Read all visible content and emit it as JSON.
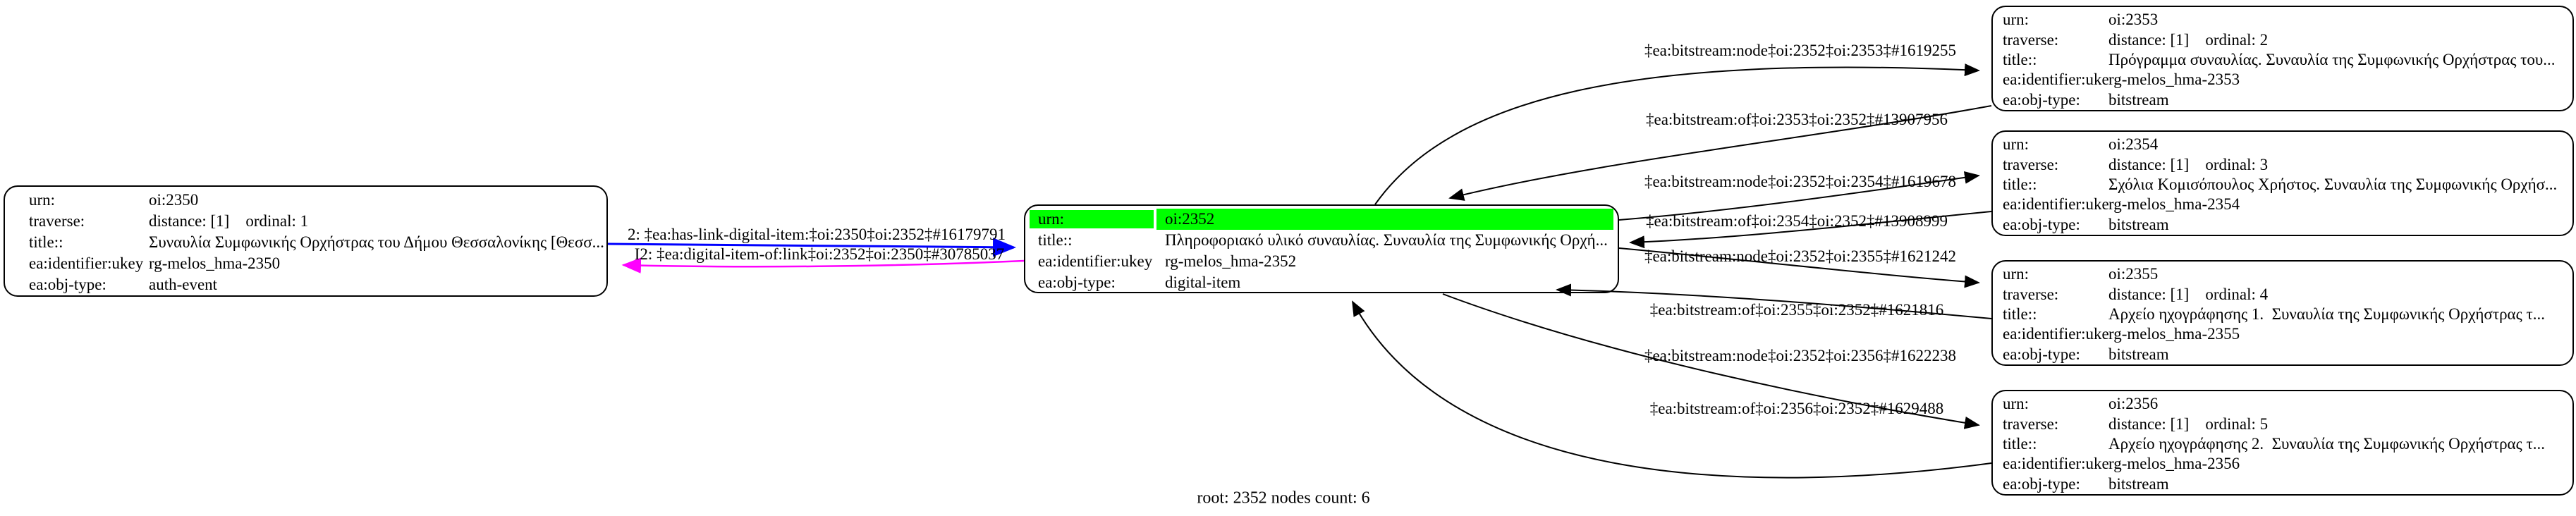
{
  "colors": {
    "highlight": "#00ff00",
    "forward_link": "#0000ff",
    "back_link": "#ff00ff",
    "edge": "#000000"
  },
  "footer": {
    "text": "root: 2352 nodes count: 6"
  },
  "nodes": [
    {
      "name": "oi:2350",
      "rows": [
        {
          "label": "urn:",
          "value": "oi:2350"
        },
        {
          "label": "traverse:",
          "value": "distance: [1]    ordinal: 1"
        },
        {
          "label": "title::",
          "value": "Συναυλία Συμφωνικής Ορχήστρας του Δήμου Θεσσαλονίκης [Θεσσ..."
        },
        {
          "label": "ea:identifier:ukey",
          "value": "rg-melos_hma-2350"
        },
        {
          "label": "ea:obj-type:",
          "value": "auth-event"
        }
      ]
    },
    {
      "name": "oi:2352",
      "highlighted_row": "urn",
      "rows": [
        {
          "label": "urn:",
          "value": "oi:2352"
        },
        {
          "label": "title::",
          "value": "Πληροφοριακό υλικό συναυλίας. Συναυλία της Συμφωνικής Ορχή..."
        },
        {
          "label": "ea:identifier:ukey",
          "value": "rg-melos_hma-2352"
        },
        {
          "label": "ea:obj-type:",
          "value": "digital-item"
        }
      ]
    },
    {
      "name": "oi:2353",
      "rows": [
        {
          "label": "urn:",
          "value": "oi:2353"
        },
        {
          "label": "traverse:",
          "value": "distance: [1]    ordinal: 2"
        },
        {
          "label": "title::",
          "value": "Πρόγραμμα συναυλίας. Συναυλία της Συμφωνικής Ορχήστρας του..."
        },
        {
          "label": "ea:identifier:ukey",
          "value": "rg-melos_hma-2353"
        },
        {
          "label": "ea:obj-type:",
          "value": "bitstream"
        }
      ]
    },
    {
      "name": "oi:2354",
      "rows": [
        {
          "label": "urn:",
          "value": "oi:2354"
        },
        {
          "label": "traverse:",
          "value": "distance: [1]    ordinal: 3"
        },
        {
          "label": "title::",
          "value": "Σχόλια Κομισόπουλος Χρήστος. Συναυλία της Συμφωνικής Ορχήσ..."
        },
        {
          "label": "ea:identifier:ukey",
          "value": "rg-melos_hma-2354"
        },
        {
          "label": "ea:obj-type:",
          "value": "bitstream"
        }
      ]
    },
    {
      "name": "oi:2355",
      "rows": [
        {
          "label": "urn:",
          "value": "oi:2355"
        },
        {
          "label": "traverse:",
          "value": "distance: [1]    ordinal: 4"
        },
        {
          "label": "title::",
          "value": "Αρχείο ηχογράφησης 1.  Συναυλία της Συμφωνικής Ορχήστρας τ..."
        },
        {
          "label": "ea:identifier:ukey",
          "value": "rg-melos_hma-2355"
        },
        {
          "label": "ea:obj-type:",
          "value": "bitstream"
        }
      ]
    },
    {
      "name": "oi:2356",
      "rows": [
        {
          "label": "urn:",
          "value": "oi:2356"
        },
        {
          "label": "traverse:",
          "value": "distance: [1]    ordinal: 5"
        },
        {
          "label": "title::",
          "value": "Αρχείο ηχογράφησης 2.  Συναυλία της Συμφωνικής Ορχήστρας τ..."
        },
        {
          "label": "ea:identifier:ukey",
          "value": "rg-melos_hma-2356"
        },
        {
          "label": "ea:obj-type:",
          "value": "bitstream"
        }
      ]
    }
  ],
  "edges": [
    {
      "id": "has-link-digital-item",
      "label": "2: ‡ea:has-link-digital-item:‡oi:2350‡oi:2352‡#16179791"
    },
    {
      "id": "digital-item-of-link",
      "label": "I2: ‡ea:digital-item-of:link‡oi:2352‡oi:2350‡#30785037"
    },
    {
      "id": "bitstream-node-2353",
      "label": "‡ea:bitstream:node‡oi:2352‡oi:2353‡#1619255"
    },
    {
      "id": "bitstream-of-2353",
      "label": "‡ea:bitstream:of‡oi:2353‡oi:2352‡#13907956"
    },
    {
      "id": "bitstream-node-2354",
      "label": "‡ea:bitstream:node‡oi:2352‡oi:2354‡#1619678"
    },
    {
      "id": "bitstream-of-2354",
      "label": "‡ea:bitstream:of‡oi:2354‡oi:2352‡#13908999"
    },
    {
      "id": "bitstream-node-2355",
      "label": "‡ea:bitstream:node‡oi:2352‡oi:2355‡#1621242"
    },
    {
      "id": "bitstream-of-2355",
      "label": "‡ea:bitstream:of‡oi:2355‡oi:2352‡#1621816"
    },
    {
      "id": "bitstream-node-2356",
      "label": "‡ea:bitstream:node‡oi:2352‡oi:2356‡#1622238"
    },
    {
      "id": "bitstream-of-2356",
      "label": "‡ea:bitstream:of‡oi:2356‡oi:2352‡#1629488"
    }
  ]
}
